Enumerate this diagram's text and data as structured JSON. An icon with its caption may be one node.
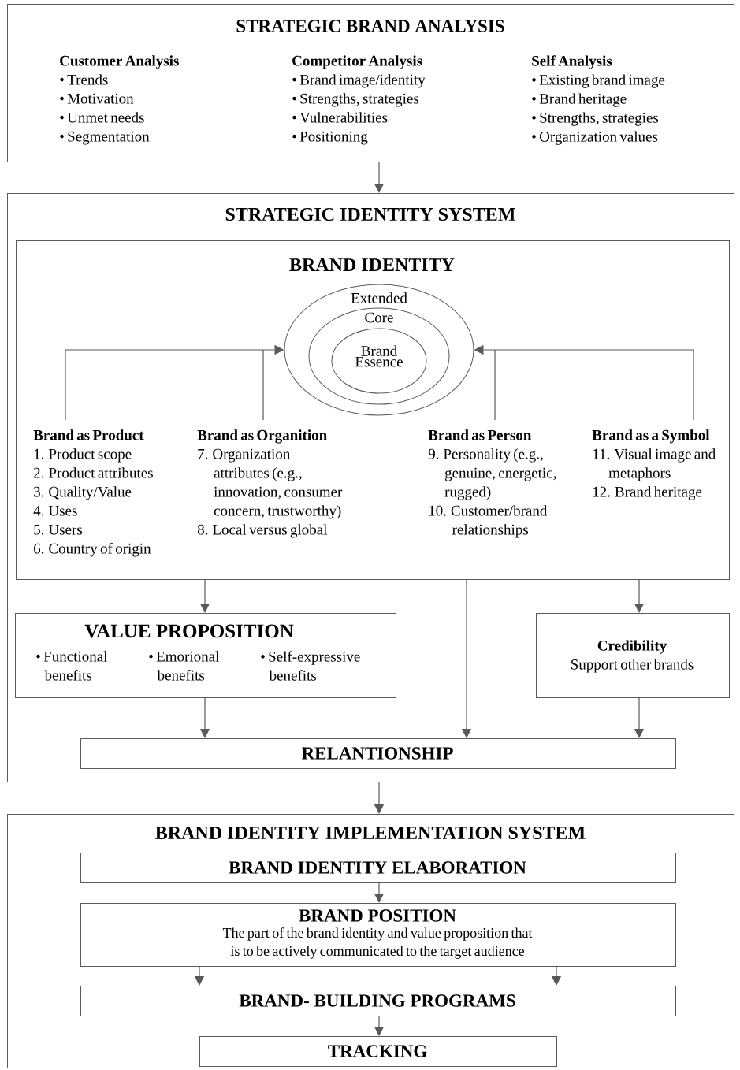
{
  "diagram": {
    "nodes": [
      {
        "text": [
          "STRATEGIC BRAND ANALYSIS",
          "Customer Analysis",
          "• Trends",
          "• Motivation",
          "• Unmet needs",
          "• Segmentation",
          "Competitor Analysis",
          "• Brand image/identity",
          "• Strengths, strategies",
          "• Vulnerabilities",
          "• Positioning",
          "Self Analysis",
          "• Existing brand image",
          "• Brand heritage",
          "• Strengths, strategies",
          "• Organization values"
        ]
      },
      {
        "text": [
          "STRATEGIC IDENTITY SYSTEM"
        ]
      },
      {
        "text": [
          "BRAND IDENTITY"
        ],
        "in": 1
      },
      {
        "text": [
          "Extended"
        ],
        "in": 2
      },
      {
        "text": [
          "Core"
        ],
        "in": 3
      },
      {
        "text": [
          "Brand Essence"
        ],
        "in": 4
      },
      {
        "text": [
          "Brand as Product",
          "1. Product scope",
          "2. Product attributes",
          "3. Quality/Value",
          "4. Uses",
          "5. Users",
          "6. Country of origin"
        ],
        "in": 2
      },
      {
        "text": [
          "Brand as Organition",
          "7. Organization attributes (e.g., innovation, consumer concern, trustworthy)",
          "8. Local versus global"
        ],
        "in": 2
      },
      {
        "text": [
          "Brand as Person",
          "9. Personality (e.g., genuine, energetic, rugged)",
          "10. Customer/brand relationships"
        ],
        "in": 2
      },
      {
        "text": [
          "Brand as a Symbol",
          "11. Visual image and metaphors",
          "12. Brand heritage"
        ],
        "in": 2
      },
      {
        "text": [
          "VALUE PROPOSITION",
          "• Functional benefits",
          "• Emorional benefits",
          "• Self-expressive benefits"
        ],
        "in": 1
      },
      {
        "text": [
          "Credibility",
          "Support other brands"
        ],
        "in": 1
      },
      {
        "text": [
          "RELANTIONSHIP"
        ],
        "in": 1
      },
      {
        "text": [
          "BRAND IDENTITY IMPLEMENTATION SYSTEM"
        ]
      },
      {
        "text": [
          "BRAND IDENTITY ELABORATION"
        ],
        "in": 13
      },
      {
        "text": [
          "BRAND POSITION",
          "The part of the brand identity and value proposition that is to be actively communicated to the target audience"
        ],
        "in": 13
      },
      {
        "text": [
          "BRAND- BUILDING PROGRAMS"
        ],
        "in": 13
      },
      {
        "text": [
          "TRACKING"
        ],
        "in": 13
      }
    ],
    "edges": [
      {
        "from": 0,
        "to": 1,
        "arrow": "to"
      },
      {
        "from": 6,
        "to": 3,
        "arrow": "to"
      },
      {
        "from": 7,
        "to": 3,
        "arrow": "to"
      },
      {
        "from": 8,
        "to": 3,
        "arrow": "to"
      },
      {
        "from": 9,
        "to": 3,
        "arrow": "to"
      },
      {
        "from": 2,
        "to": 10,
        "arrow": "to"
      },
      {
        "from": 2,
        "to": 12,
        "arrow": "to"
      },
      {
        "from": 2,
        "to": 11,
        "arrow": "to"
      },
      {
        "from": 10,
        "to": 12,
        "arrow": "to"
      },
      {
        "from": 11,
        "to": 12,
        "arrow": "to"
      },
      {
        "from": 1,
        "to": 13,
        "arrow": "to"
      },
      {
        "from": 14,
        "to": 15,
        "arrow": "to"
      },
      {
        "from": 15,
        "to": 16,
        "arrow": "to"
      },
      {
        "from": 15,
        "to": 16,
        "arrow": "to"
      },
      {
        "from": 16,
        "to": 17,
        "arrow": "to"
      }
    ]
  }
}
